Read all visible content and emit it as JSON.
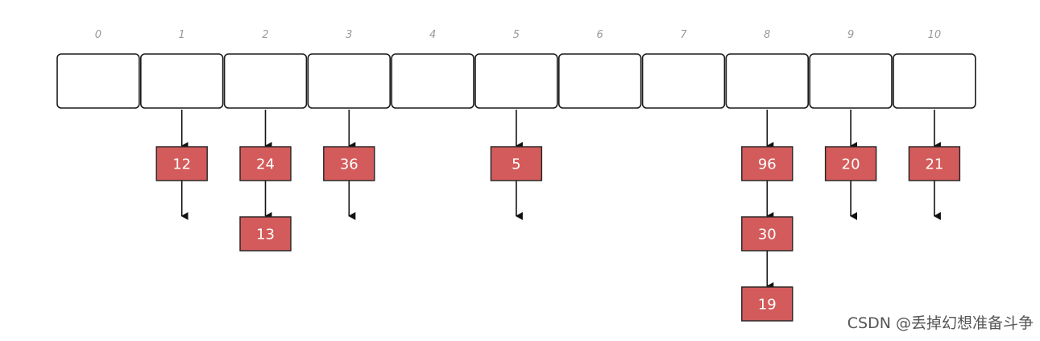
{
  "hash_table": {
    "slots": [
      "0",
      "1",
      "2",
      "3",
      "4",
      "5",
      "6",
      "7",
      "8",
      "9",
      "10"
    ],
    "chains": [
      {
        "slot": 1,
        "nodes": [
          "12"
        ],
        "null_tail": true
      },
      {
        "slot": 2,
        "nodes": [
          "24",
          "13"
        ],
        "null_tail": false
      },
      {
        "slot": 3,
        "nodes": [
          "36"
        ],
        "null_tail": true
      },
      {
        "slot": 5,
        "nodes": [
          "5"
        ],
        "null_tail": true
      },
      {
        "slot": 8,
        "nodes": [
          "96",
          "30",
          "19"
        ],
        "null_tail": false
      },
      {
        "slot": 9,
        "nodes": [
          "20"
        ],
        "null_tail": true
      },
      {
        "slot": 10,
        "nodes": [
          "21"
        ],
        "null_tail": true
      }
    ]
  },
  "colors": {
    "node_fill": "#d35b5b",
    "node_text": "#ffffff",
    "slot_border": "#1a1a1a",
    "index_label": "#9a9a9a"
  },
  "watermark": "CSDN @丢掉幻想准备斗争"
}
